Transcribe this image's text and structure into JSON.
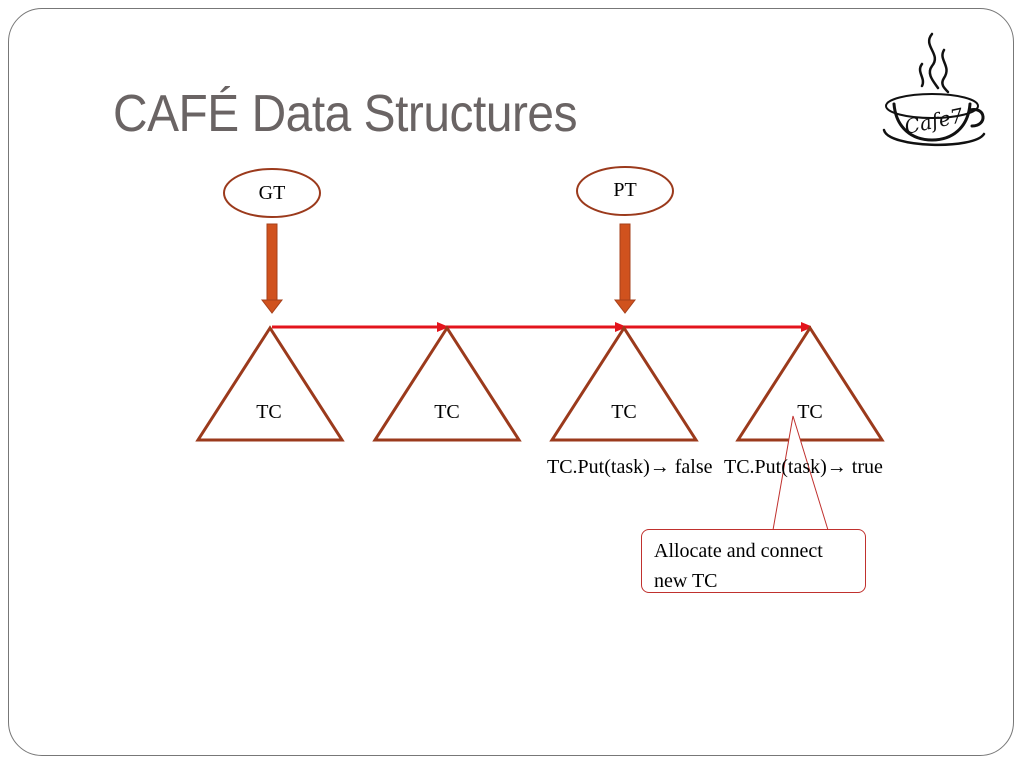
{
  "slide": {
    "title": "CAFÉ Data Structures"
  },
  "diagram": {
    "pointers": [
      {
        "id": "gt",
        "label": "GT"
      },
      {
        "id": "pt",
        "label": "PT"
      }
    ],
    "nodes": [
      {
        "label": "TC"
      },
      {
        "label": "TC"
      },
      {
        "label": "TC"
      },
      {
        "label": "TC"
      }
    ],
    "put_results": [
      {
        "text": "TC.Put(task)→ false"
      },
      {
        "text": "TC.Put(task)→ true"
      }
    ],
    "callout": {
      "text": "Allocate and connect new TC"
    }
  },
  "logo": {
    "text": "Cafe7"
  },
  "colors": {
    "title": "#6a6464",
    "triangle": "#9b3a1c",
    "link_arrow": "#e3141c",
    "pointer_arrow": "#d0521e",
    "callout_border": "#c0312e"
  }
}
